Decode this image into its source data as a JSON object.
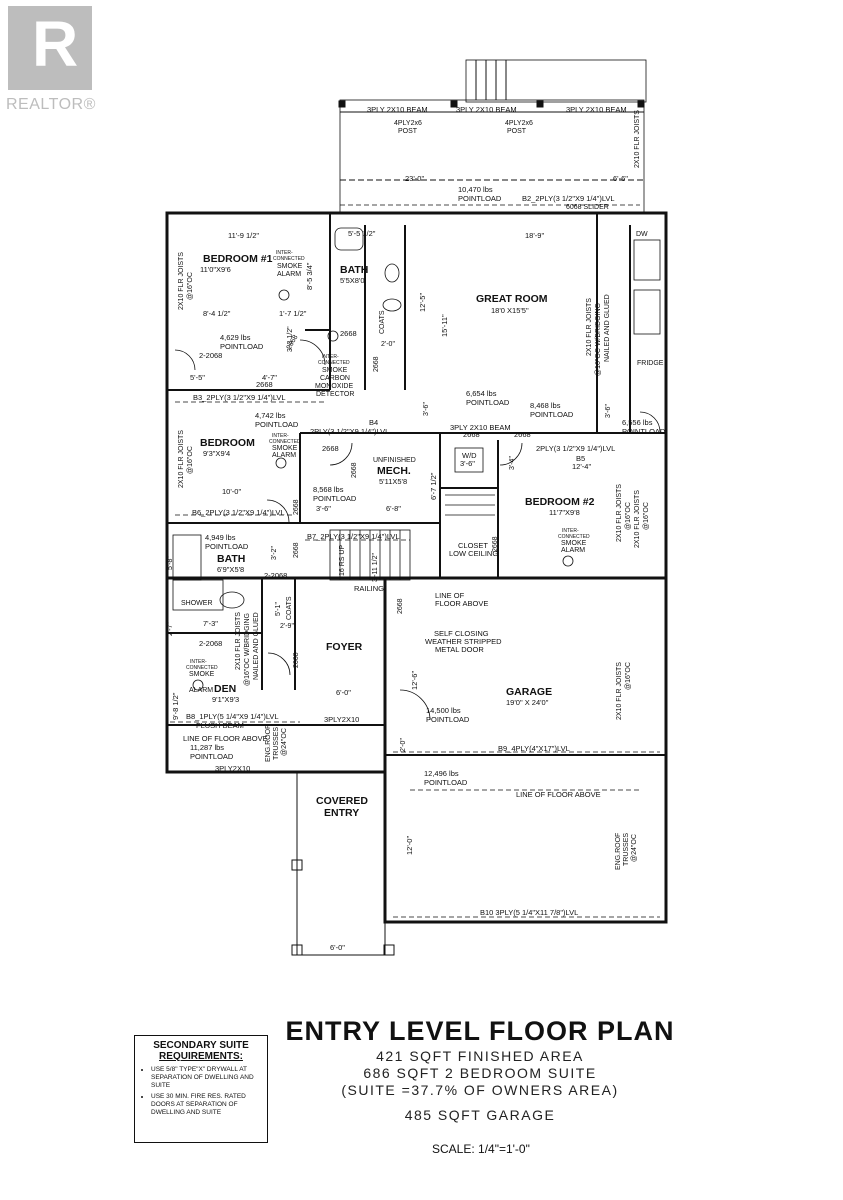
{
  "logo": {
    "name": "REALTOR®",
    "icon": "realtor-r-logo"
  },
  "rooms": {
    "bedroom1": {
      "name": "BEDROOM #1",
      "dims": "11'0\"X9'6"
    },
    "bath1": {
      "name": "BATH",
      "dims": "5'5X8'0"
    },
    "great_room": {
      "name": "GREAT ROOM",
      "dims": "18'0 X15'5\""
    },
    "bedroom": {
      "name": "BEDROOM",
      "dims": "9'3\"X9'4"
    },
    "mech": {
      "name": "MECH.",
      "prefix": "UNFINISHED",
      "dims": "5'11X5'8"
    },
    "bedroom2": {
      "name": "BEDROOM #2",
      "dims": "11'7\"X9'8"
    },
    "bath2": {
      "name": "BATH",
      "dims": "6'9\"X5'8"
    },
    "foyer": {
      "name": "FOYER"
    },
    "den": {
      "name": "DEN",
      "dims": "9'1\"X9'3"
    },
    "garage": {
      "name": "GARAGE",
      "dims": "19'0\" X 24'0\""
    },
    "covered_entry": {
      "line1": "COVERED",
      "line2": "ENTRY"
    },
    "closet": {
      "line1": "CLOSET",
      "line2": "LOW CEILING"
    },
    "shower": "SHOWER",
    "coats1": "COATS",
    "coats2": "COATS",
    "fridge": "FRIDGE",
    "dw": "DW",
    "wd": {
      "line1": "W/D",
      "line2": "3'-6\""
    }
  },
  "beams": {
    "top1": "3PLY 2X10 BEAM",
    "top2": "3PLY 2X10 BEAM",
    "top3": "3PLY 2X10 BEAM",
    "post1_a": "4PLY2x6",
    "post1_b": "POST",
    "post2_a": "4PLY2x6",
    "post2_b": "POST",
    "b2": "B2_2PLY(3 1/2\"X9 1/4\")LVL",
    "slider": "6068 SLIDER",
    "b3": "B3_2PLY(3 1/2\"X9 1/4\")LVL",
    "b4_label": "B4",
    "b4": "2PLY(3 1/2\"X9 1/4\")LVL",
    "beam_3ply": "3PLY 2X10 BEAM",
    "b5": "2PLY(3 1/2\"X9 1/4\")LVL",
    "b5_label": "B5",
    "b6": "B6_2PLY(3 1/2\"X9 1/4\")LVL",
    "b7": "B7_2PLY(3 1/2\"X9 1/4\")LVL",
    "b8a": "B8_1PLY(5 1/4\"X9 1/4\")LVL",
    "b8b": "FLUSH BEAM",
    "ply_3_2x10_a": "3PLY2X10",
    "ply_3_2x10_b": "3PLY2X10",
    "b9": "B9_4PLY(4\"X17\")LVL",
    "b10": "B10  3PLY(5 1/4\"X11 7/8\")LVL"
  },
  "loads": {
    "l10470_a": "10,470 lbs",
    "l10470_b": "POINTLOAD",
    "l4629_a": "4,629 lbs",
    "l4629_b": "POINTLOAD",
    "l4742_a": "4,742 lbs",
    "l4742_b": "POINTLOAD",
    "l6654_a": "6,654 lbs",
    "l6654_b": "POINTLOAD",
    "l8468_a": "8,468 lbs",
    "l8468_b": "POINTLOAD",
    "l6556_a": "6,556 lbs",
    "l6556_b": "POINTLOAD",
    "l8568_a": "8,568 lbs",
    "l8568_b": "POINTLOAD",
    "l4949_a": "4,949 lbs",
    "l4949_b": "POINTLOAD",
    "l14500_a": "14,500 lbs",
    "l14500_b": "POINTLOAD",
    "l11287_a": "11,287 lbs",
    "l11287_b": "POINTLOAD",
    "l12496_a": "12,496 lbs",
    "l12496_b": "POINTLOAD"
  },
  "dims": {
    "d23": "23'-0\"",
    "d6_6": "6'-6\"",
    "d11_9": "11'-9 1/2\"",
    "d5_5h": "5'-5 1/2\"",
    "d18_9": "18'-9\"",
    "d8_5": "8'-5 3/4\"",
    "d12_5": "12'-5\"",
    "d15_11": "15'-11\"",
    "d8_4": "8'-4 1/2\"",
    "d1_7": "1'-7 1/2\"",
    "d3_3": "3'-3 1/2\"",
    "d2_0": "2'-0\"",
    "d5_5": "5'-5\"",
    "d4_7": "4'-7\"",
    "d3_6a": "3'-6\"",
    "d3_6b": "3'-6\"",
    "d3_4": "3'-4\"",
    "d12_4": "12'-4\"",
    "d10_0": "10'-0\"",
    "d3_6c": "3'-6\"",
    "d6_8": "6'-8\"",
    "d6_7": "6'-7 1/2\"",
    "d3_2": "3'-2\"",
    "d3_11": "3'-11 1/2\"",
    "d5_8": "5'-8\"",
    "d2_7": "2'-7\"",
    "d7_3": "7'-3\"",
    "d5_1": "5'-1\"",
    "d2_9": "2'-9\"",
    "d12_6": "12'-6\"",
    "d6_0": "6'-0\"",
    "d9_8": "9'-8 1/2\"",
    "d2_0b": "2'-0\"",
    "d12_0": "12'-0\"",
    "d6_0b": "6'-0\""
  },
  "doors": {
    "d2668_a": "2668",
    "d2068_a": "2-2068",
    "d2668_b": "2668",
    "d2668_c": "2668",
    "d2668_d": "2668",
    "d2668_e": "2668",
    "d2668_f": "2668",
    "d2668_g": "2668",
    "d2668_h": "2668",
    "d2668_i": "2668",
    "d2668_j": "2668",
    "d2068_b": "2-2068",
    "d2668_k": "2668",
    "d2668_l": "2668",
    "d2068_c": "2-2068",
    "d2668_m": "2668"
  },
  "joists": {
    "j1": "2X10 FLR JOISTS",
    "j2": "@16\"OC",
    "j3": "2X10 FLR JOISTS",
    "j4": "2X10 FLR JOISTS",
    "j5": "@16\"OC W/BRIDGING",
    "j6": "NAILED AND GLUED",
    "j7": "2X10 FLR JOISTS",
    "j8": "@16\"OC",
    "j9": "2X10 FLR JOISTS",
    "j10": "@16\"OC",
    "j11": "2X10 FLR JOISTS",
    "j12": "@16\"OC W/BRIDGING",
    "j13": "NAILED AND GLUED",
    "j14": "2X10 FLR JOISTS",
    "j15": "@16\"OC",
    "j16": "ENG.ROOF",
    "j17": "TRUSSES",
    "j18": "@24\"OC",
    "j19": "ENG.ROOF",
    "j20": "TRUSSES",
    "j21": "@24\"OC",
    "j22": "2X10 FLR JOISTS",
    "j23": "@16\"OC"
  },
  "alarms": {
    "a1": [
      "INTER-",
      "CONNECTED",
      "SMOKE",
      "ALARM"
    ],
    "a2": [
      "INTER-",
      "CONNECTED",
      "SMOKE",
      "CARBON",
      "MONOXIDE",
      "DETECTOR"
    ],
    "a3": [
      "INTER-",
      "CONNECTED",
      "SMOKE",
      "ALARM"
    ],
    "a4": [
      "INTER-",
      "CONNECTED",
      "SMOKE",
      "ALARM"
    ],
    "a5": [
      "INTER-",
      "CONNECTED",
      "SMOKE",
      "ALARM"
    ]
  },
  "notes": {
    "line_floor_above1": "LINE OF",
    "line_floor_above1b": "FLOOR ABOVE",
    "line_floor_above2": "LINE OF FLOOR ABOVE",
    "line_floor_above3": "LINE OF FLOOR ABOVE",
    "self_closing_1": "SELF CLOSING",
    "self_closing_2": "WEATHER STRIPPED",
    "self_closing_3": "METAL DOOR",
    "railing": "RAILING",
    "rs_up": "16 RS UP"
  },
  "suite": {
    "title1": "SECONDARY SUITE",
    "title2": "REQUIREMENTS:",
    "req1": "USE 5/8\" TYPE\"X\" DRYWALL AT SEPARATION OF DWELLING AND SUITE",
    "req2": "USE 30 MIN. FIRE RES. RATED DOORS AT SEPARATION OF DWELLING AND SUITE"
  },
  "title": {
    "main": "ENTRY LEVEL FLOOR PLAN",
    "line1": "421 SQFT FINISHED AREA",
    "line2": "686 SQFT 2 BEDROOM SUITE",
    "line3": "(SUITE =37.7% OF OWNERS AREA)",
    "line4": "485 SQFT GARAGE",
    "scale": "SCALE: 1/4\"=1'-0\""
  }
}
